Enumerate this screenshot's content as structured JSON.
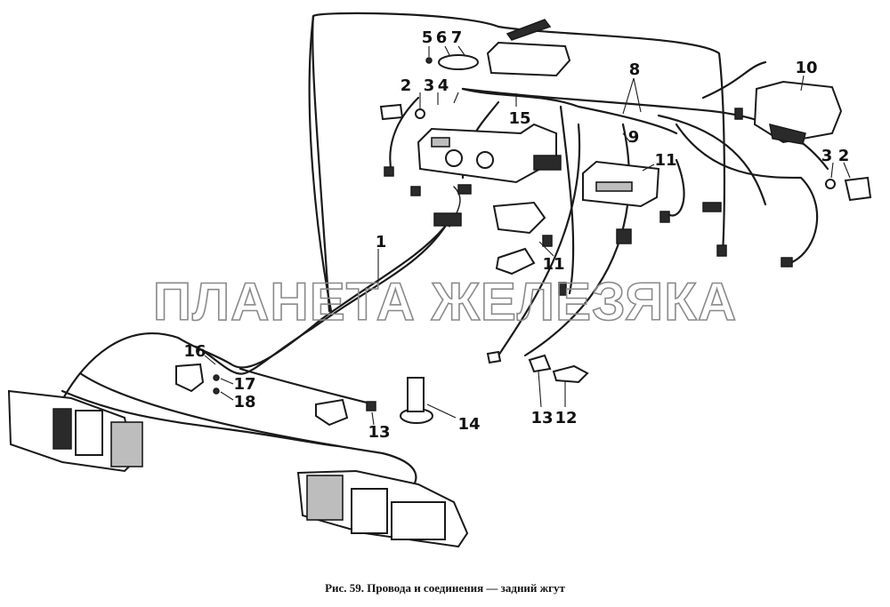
{
  "callouts": {
    "n1": "1",
    "n2": "2",
    "n3": "3",
    "n4": "4",
    "n5": "5",
    "n6": "6",
    "n7": "7",
    "n8": "8",
    "n9": "9",
    "n10": "10",
    "n11": "11",
    "n12": "12",
    "n13": "13",
    "n14": "14",
    "n15": "15",
    "n16": "16",
    "n17": "17",
    "n18": "18"
  },
  "watermark": "ПЛАНЕТА ЖЕЛЕЗЯКА",
  "caption": "Рис. 59. Провода и соединения — задний жгут"
}
